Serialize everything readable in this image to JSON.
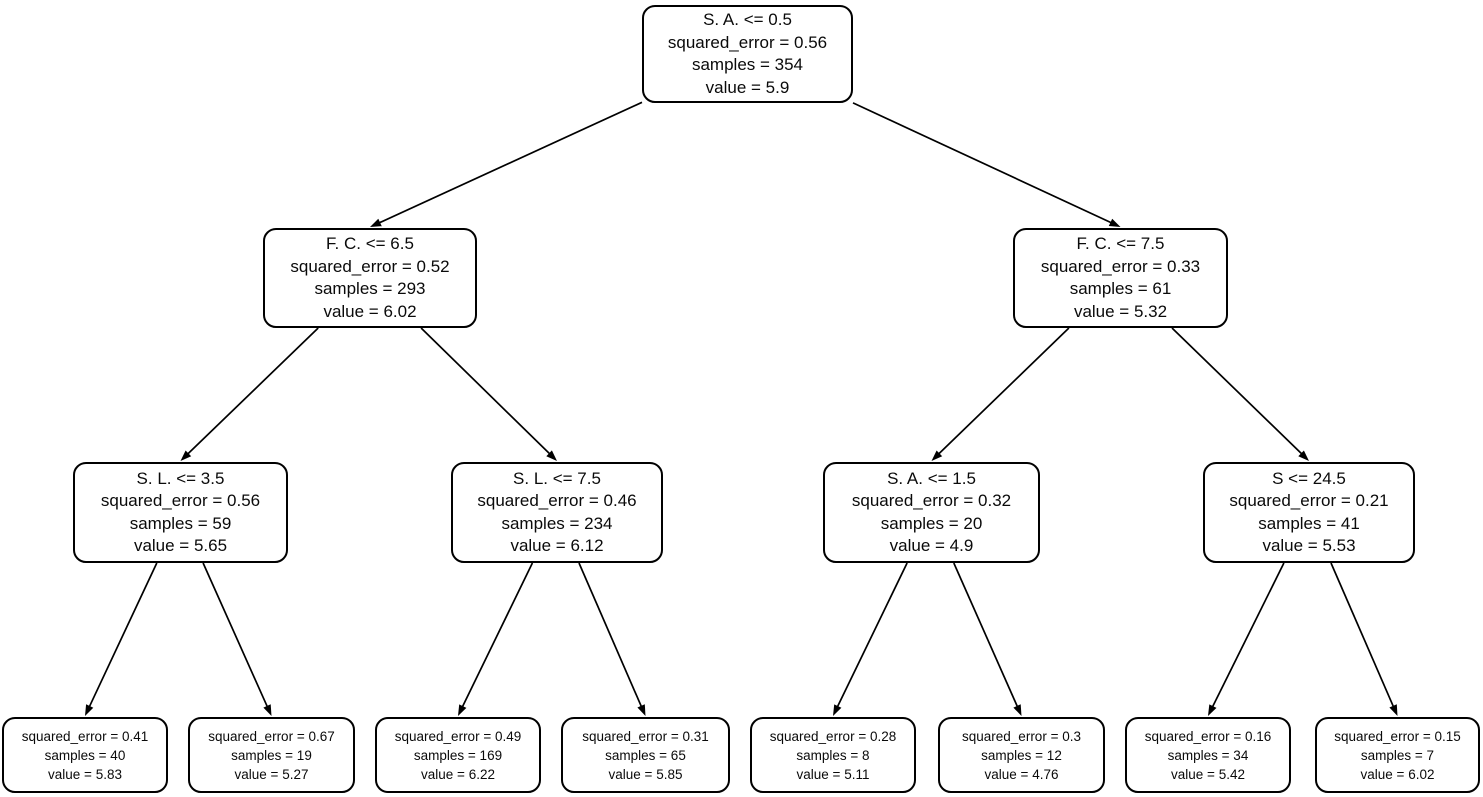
{
  "figure": {
    "type": "decision-tree",
    "background_color": "#ffffff",
    "node_fill_color": "#ffffff",
    "node_border_color": "#000000",
    "edge_color": "#000000",
    "text_color": "#0a0a0a"
  },
  "tree": {
    "nodes": [
      {
        "id": 0,
        "role": "root",
        "lines": [
          "S. A. <= 0.5",
          "squared_error = 0.56",
          "samples = 354",
          "value = 5.9"
        ]
      },
      {
        "id": 1,
        "role": "internal",
        "lines": [
          "F. C. <= 6.5",
          "squared_error = 0.52",
          "samples = 293",
          "value = 6.02"
        ]
      },
      {
        "id": 2,
        "role": "internal",
        "lines": [
          "F. C. <= 7.5",
          "squared_error = 0.33",
          "samples = 61",
          "value = 5.32"
        ]
      },
      {
        "id": 3,
        "role": "internal",
        "lines": [
          "S. L. <= 3.5",
          "squared_error = 0.56",
          "samples = 59",
          "value = 5.65"
        ]
      },
      {
        "id": 4,
        "role": "internal",
        "lines": [
          "S. L. <= 7.5",
          "squared_error = 0.46",
          "samples = 234",
          "value = 6.12"
        ]
      },
      {
        "id": 5,
        "role": "internal",
        "lines": [
          "S. A. <= 1.5",
          "squared_error = 0.32",
          "samples = 20",
          "value = 4.9"
        ]
      },
      {
        "id": 6,
        "role": "internal",
        "lines": [
          "S <= 24.5",
          "squared_error = 0.21",
          "samples = 41",
          "value = 5.53"
        ]
      },
      {
        "id": 7,
        "role": "leaf",
        "lines": [
          "squared_error = 0.41",
          "samples = 40",
          "value = 5.83"
        ]
      },
      {
        "id": 8,
        "role": "leaf",
        "lines": [
          "squared_error = 0.67",
          "samples = 19",
          "value = 5.27"
        ]
      },
      {
        "id": 9,
        "role": "leaf",
        "lines": [
          "squared_error = 0.49",
          "samples = 169",
          "value = 6.22"
        ]
      },
      {
        "id": 10,
        "role": "leaf",
        "lines": [
          "squared_error = 0.31",
          "samples = 65",
          "value = 5.85"
        ]
      },
      {
        "id": 11,
        "role": "leaf",
        "lines": [
          "squared_error = 0.28",
          "samples = 8",
          "value = 5.11"
        ]
      },
      {
        "id": 12,
        "role": "leaf",
        "lines": [
          "squared_error = 0.3",
          "samples = 12",
          "value = 4.76"
        ]
      },
      {
        "id": 13,
        "role": "leaf",
        "lines": [
          "squared_error = 0.16",
          "samples = 34",
          "value = 5.42"
        ]
      },
      {
        "id": 14,
        "role": "leaf",
        "lines": [
          "squared_error = 0.15",
          "samples = 7",
          "value = 6.02"
        ]
      }
    ],
    "edges": [
      [
        0,
        1
      ],
      [
        0,
        2
      ],
      [
        1,
        3
      ],
      [
        1,
        4
      ],
      [
        2,
        5
      ],
      [
        2,
        6
      ],
      [
        3,
        7
      ],
      [
        3,
        8
      ],
      [
        4,
        9
      ],
      [
        4,
        10
      ],
      [
        5,
        11
      ],
      [
        5,
        12
      ],
      [
        6,
        13
      ],
      [
        6,
        14
      ]
    ]
  }
}
